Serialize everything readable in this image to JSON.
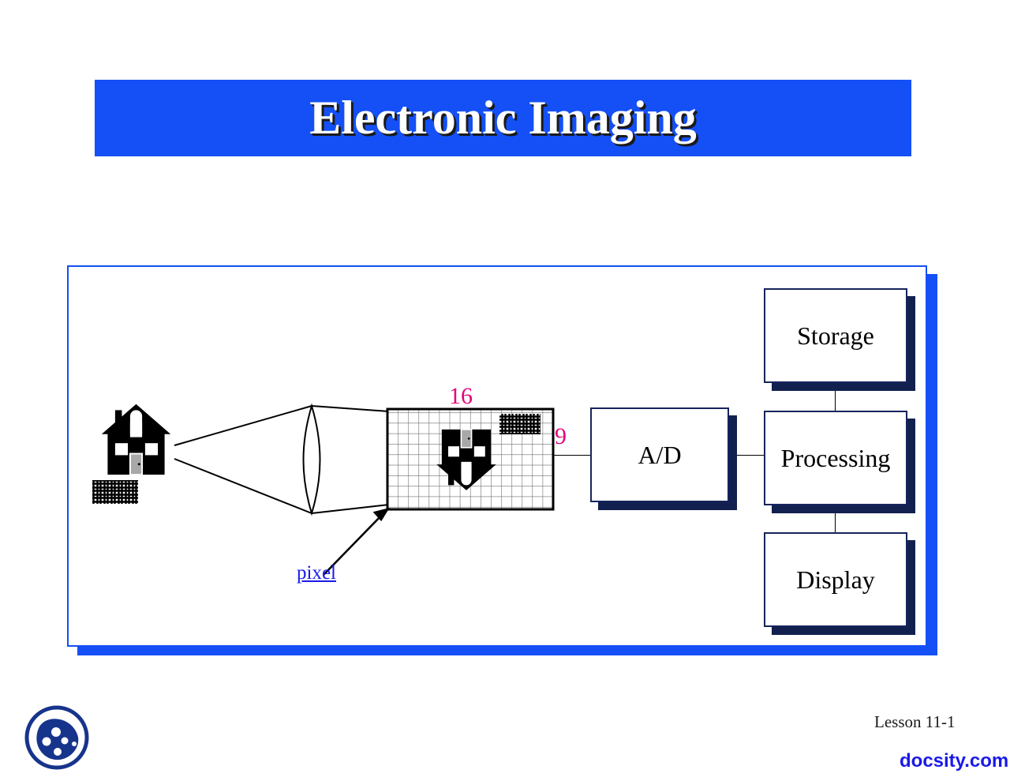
{
  "slide": {
    "title": "Electronic Imaging",
    "banner_color": "#1450f5",
    "frame_border_color": "#1450f5"
  },
  "diagram": {
    "type": "electronic-imaging-block-diagram",
    "boxes": [
      {
        "id": "storage",
        "label": "Storage"
      },
      {
        "id": "ad",
        "label": "A/D"
      },
      {
        "id": "processing",
        "label": "Processing"
      },
      {
        "id": "display",
        "label": "Display"
      }
    ],
    "box_border_color": "#17245c",
    "box_shadow_color": "#12204f",
    "labels": {
      "sensor_width": "16",
      "sensor_height": "9",
      "pixel": "pixel"
    },
    "label_colors": {
      "sensor_dimension": "#e5007e",
      "pixel": "#1a1ae8"
    },
    "sensor": {
      "columns": 16,
      "rows": 9
    },
    "scene_objects": [
      "house-silhouette",
      "fence",
      "converging-lens",
      "light-rays",
      "sensor-grid",
      "inverted-house-image",
      "pixel-pointer-arrow"
    ]
  },
  "footer": {
    "lesson": "Lesson 11-1",
    "site": "docsity.com",
    "logo_name": "docsity-logo"
  }
}
